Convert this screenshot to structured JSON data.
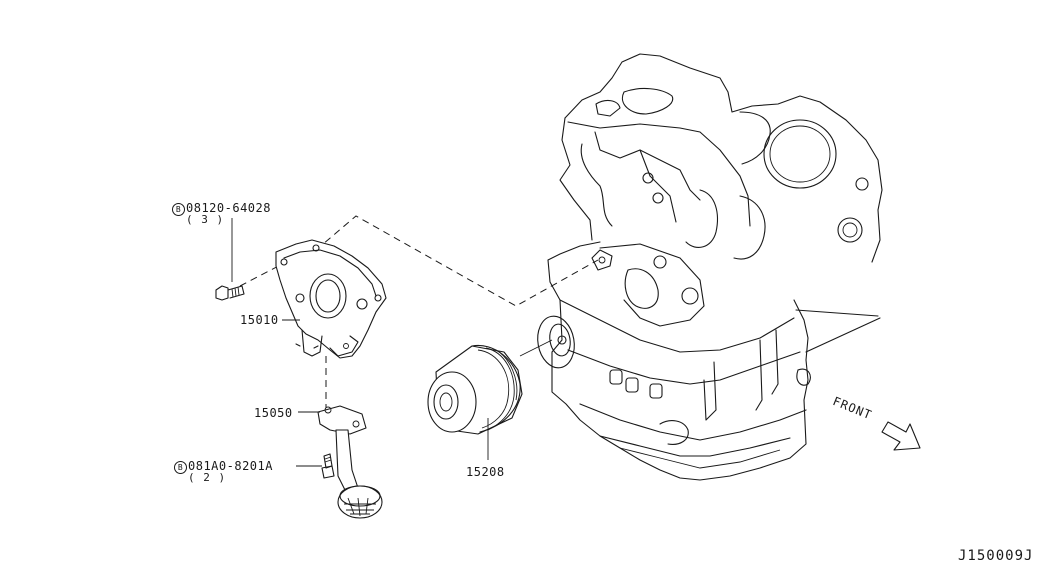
{
  "parts": {
    "oil_pump": "15010",
    "strainer_gasket": "15050",
    "oil_filter": "15208"
  },
  "bolts": {
    "pump_bolt": {
      "prefix": "B",
      "number": "08120-64028",
      "qty": "( 3 )"
    },
    "strainer_bolt": {
      "prefix": "B",
      "number": "081A0-8201A",
      "qty": "( 2 )"
    }
  },
  "direction_label": "FRONT",
  "diagram_code": "J150009J"
}
